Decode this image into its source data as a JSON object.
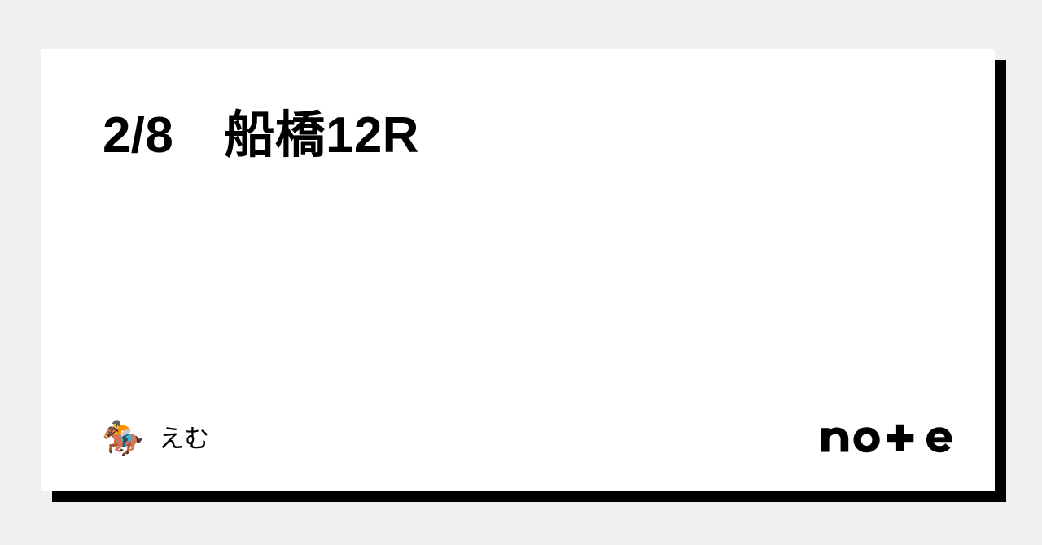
{
  "card": {
    "title": "2/8　船橋12R",
    "background_color": "#ffffff",
    "shadow_color": "#000000",
    "page_background_color": "#f0f0f0"
  },
  "author": {
    "avatar_icon": "horse-racing-emoji",
    "avatar_glyph": "🏇",
    "name": "えむ"
  },
  "brand": {
    "name": "note",
    "logo_icon": "note-logo",
    "color": "#000000"
  }
}
